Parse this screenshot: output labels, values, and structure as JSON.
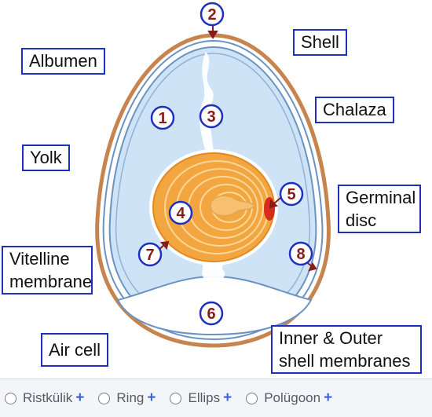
{
  "labels": {
    "albumen": "Albumen",
    "shell": "Shell",
    "chalaza": "Chalaza",
    "yolk": "Yolk",
    "germinal_disc": "Germinal disc",
    "vitelline_membrane": "Vitelline membrane",
    "air_cell": "Air cell",
    "inner_outer_membranes": "Inner & Outer shell membranes"
  },
  "markers": [
    "1",
    "2",
    "3",
    "4",
    "5",
    "6",
    "7",
    "8"
  ],
  "toolbar": {
    "tools": [
      {
        "label": "Ristkülik",
        "icon": "plus-icon"
      },
      {
        "label": "Ring",
        "icon": "plus-icon"
      },
      {
        "label": "Ellips",
        "icon": "plus-icon"
      },
      {
        "label": "Polügoon",
        "icon": "plus-icon"
      }
    ],
    "plus_glyph": "+"
  },
  "colors": {
    "shell": "#c8844f",
    "membrane": "#6a93c2",
    "albumen": "#cfe3f6",
    "yolk": "#f3a63f",
    "yolk_inner": "#f7c070",
    "germinal_disc": "#d62d1f",
    "marker_border": "#1f2fbf",
    "marker_text": "#8b1a1a",
    "label_border": "#1f2fbf"
  }
}
